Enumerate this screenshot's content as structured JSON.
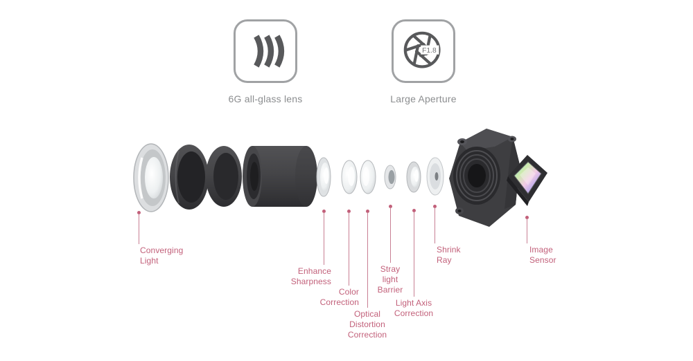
{
  "features": [
    {
      "label": "6G all-glass lens",
      "icon": "lens-elements-icon"
    },
    {
      "label": "Large Aperture",
      "icon": "aperture-icon",
      "aperture_value": "F1.8"
    }
  ],
  "callouts": [
    {
      "id": "converging-light",
      "label": "Converging\nLight"
    },
    {
      "id": "enhance-sharpness",
      "label": "Enhance\nSharpness"
    },
    {
      "id": "color-correction",
      "label": "Color\nCorrection"
    },
    {
      "id": "optical-distortion-correction",
      "label": "Optical\nDistortion\nCorrection"
    },
    {
      "id": "stray-light-barrier",
      "label": "Stray\nlight\nBarrier"
    },
    {
      "id": "light-axis-correction",
      "label": "Light Axis\nCorrection"
    },
    {
      "id": "shrink-ray",
      "label": "Shrink\nRay"
    },
    {
      "id": "image-sensor",
      "label": "Image\nSensor"
    }
  ],
  "colors": {
    "callout_accent": "#c2607a",
    "feature_label_gray": "#8b8d8f",
    "icon_outline_gray": "#a0a2a4",
    "part_dark": "#3e3e41",
    "background": "#ffffff"
  }
}
